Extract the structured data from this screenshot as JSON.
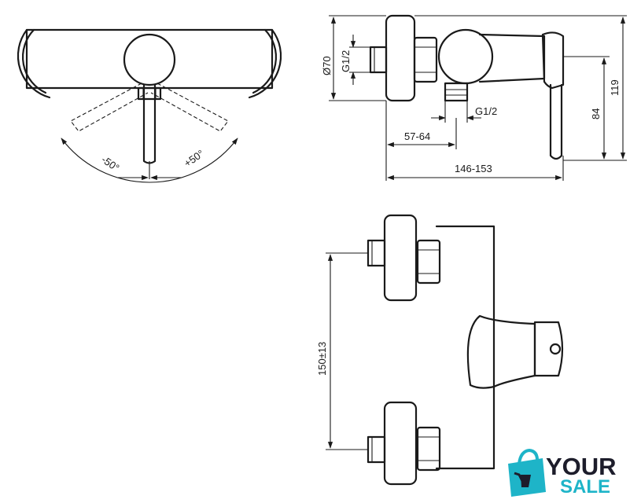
{
  "dimensions": {
    "angle_left": "-50°",
    "angle_right": "+50°",
    "diameter": "Ø70",
    "thread_top": "G1/2",
    "thread_bottom": "G1/2",
    "depth_min": "57-64",
    "width": "146-153",
    "height_outlet": "84",
    "height_total": "119",
    "spacing": "150±13"
  },
  "logo": {
    "word1": "YOUR",
    "word2": "SALE",
    "colors": {
      "dark": "#1d1d2b",
      "accent": "#1eb4c8"
    }
  }
}
